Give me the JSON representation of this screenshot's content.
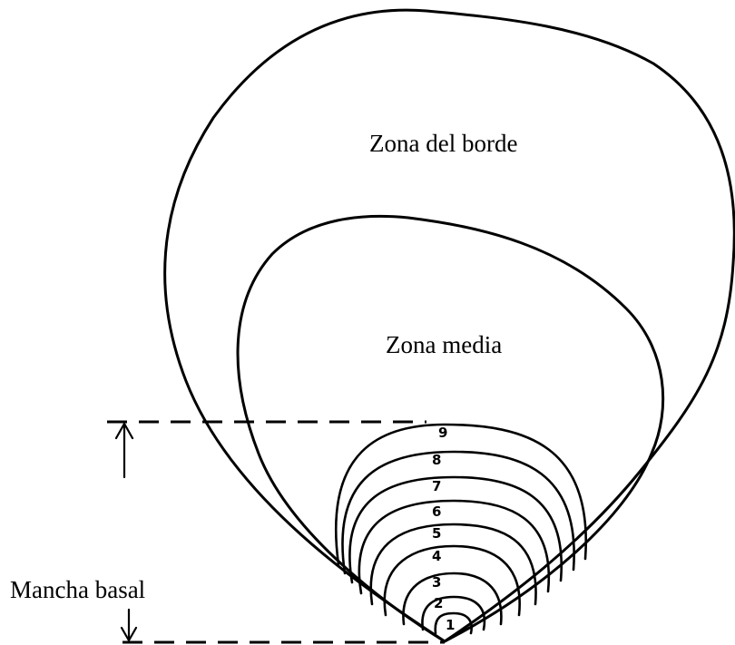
{
  "labels": {
    "zona_borde": "Zona del borde",
    "zona_media": "Zona media",
    "mancha_basal": "Mancha basal"
  },
  "rings": [
    "1",
    "2",
    "3",
    "4",
    "5",
    "6",
    "7",
    "8",
    "9"
  ]
}
